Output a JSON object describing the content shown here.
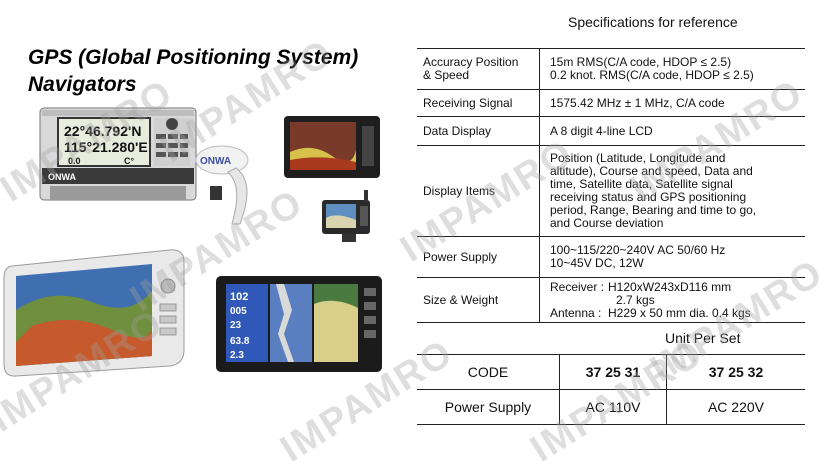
{
  "title_lines": [
    "GPS (Global Positioning System)",
    "Navigators"
  ],
  "devices": {
    "onwa": {
      "brand": "ONWA",
      "brand2": "ONWA",
      "lat": "22°46.792'N",
      "lon": "115°21.280'E",
      "speed": "0.0",
      "course": "C°"
    },
    "combo": {
      "readouts": [
        "102",
        "005",
        "23",
        "63.8",
        "2.3"
      ]
    }
  },
  "spec": {
    "header": "Specifications for reference",
    "rows": {
      "accuracy": {
        "label": [
          "Accuracy Position",
          "& Speed"
        ],
        "value": [
          "15m RMS(C/A code, HDOP  ≤ 2.5)",
          "0.2 knot. RMS(C/A code, HDOP ≤  2.5)"
        ]
      },
      "receiving": {
        "label": "Receiving Signal",
        "value": "1575.42 MHz  ± 1 MHz, C/A code"
      },
      "display": {
        "label": "Data Display",
        "value": "A 8 digit 4-line LCD"
      },
      "items": {
        "label": "Display Items",
        "value": [
          "Position (Latitude, Longitude and",
          "altitude), Course and speed, Data and",
          "time, Satellite data, Satellite signal",
          "receiving status and GPS positioning",
          "period, Range, Bearing and time to go,",
          "and Course deviation"
        ]
      },
      "power": {
        "label": "Power Supply",
        "value": [
          "100~115/220~240V AC 50/60 Hz",
          "10~45V DC, 12W"
        ]
      },
      "size": {
        "label": "Size & Weight",
        "receiver_key": "Receiver :",
        "receiver_val": "H120xW243xD116 mm",
        "receiver_weight": "2.7 kgs",
        "antenna_key": "Antenna  :",
        "antenna_val": "H229 x 50 mm dia. 0.4 kgs"
      }
    }
  },
  "unit_label": "Unit Per Set",
  "codes": {
    "code_label": "CODE",
    "codes": [
      "37 25 31",
      "37 25 32"
    ],
    "power_label": "Power Supply",
    "powers": [
      "AC 110V",
      "AC 220V"
    ]
  },
  "watermarks": [
    "IMPAMRO",
    "IMPAMRO",
    "IMPAMRO",
    "IMPAMRO",
    "IMPAMRO",
    "IMPAMRO",
    "IMPAMRO",
    "IMPAMRO",
    "IMPAMRO"
  ],
  "colors": {
    "text": "#111111",
    "rule": "#222222",
    "watermark": "#a0a0a0"
  }
}
